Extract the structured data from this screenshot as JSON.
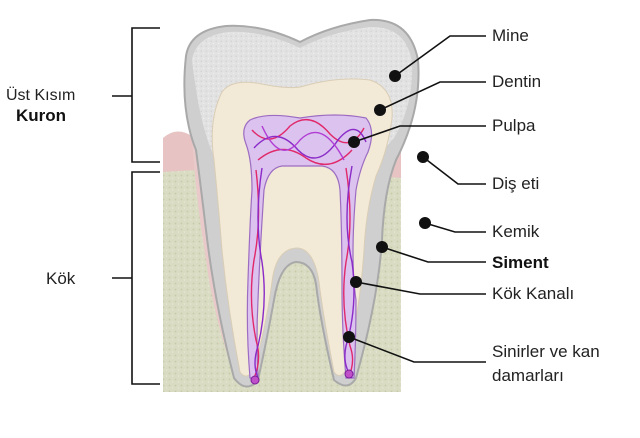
{
  "diagram": {
    "left_labels": {
      "crown_line1": "Üst Kısım",
      "crown_line2": "Kuron",
      "root": "Kök"
    },
    "right_labels": [
      {
        "id": "mine",
        "text": "Mine",
        "bold": false
      },
      {
        "id": "dentin",
        "text": "Dentin",
        "bold": false
      },
      {
        "id": "pulpa",
        "text": "Pulpa",
        "bold": false
      },
      {
        "id": "dis-eti",
        "text": "Diş eti",
        "bold": false
      },
      {
        "id": "kemik",
        "text": "Kemik",
        "bold": false
      },
      {
        "id": "siment",
        "text": "Siment",
        "bold": true
      },
      {
        "id": "kok-kanali",
        "text": "Kök Kanalı",
        "bold": false
      },
      {
        "id": "sinirler-line1",
        "text": "Sinirler ve kan",
        "bold": false
      },
      {
        "id": "sinirler-line2",
        "text": "damarları",
        "bold": false
      }
    ],
    "colors": {
      "enamel": "#e4e4e4",
      "dentin": "#f4ead8",
      "pulp": "#dcc0ee",
      "gum": "#e8c4c4",
      "bone": "#d8dcc0",
      "nerve_red": "#e0286a",
      "nerve_purple": "#8a2ac8",
      "pointer": "#111111"
    }
  }
}
